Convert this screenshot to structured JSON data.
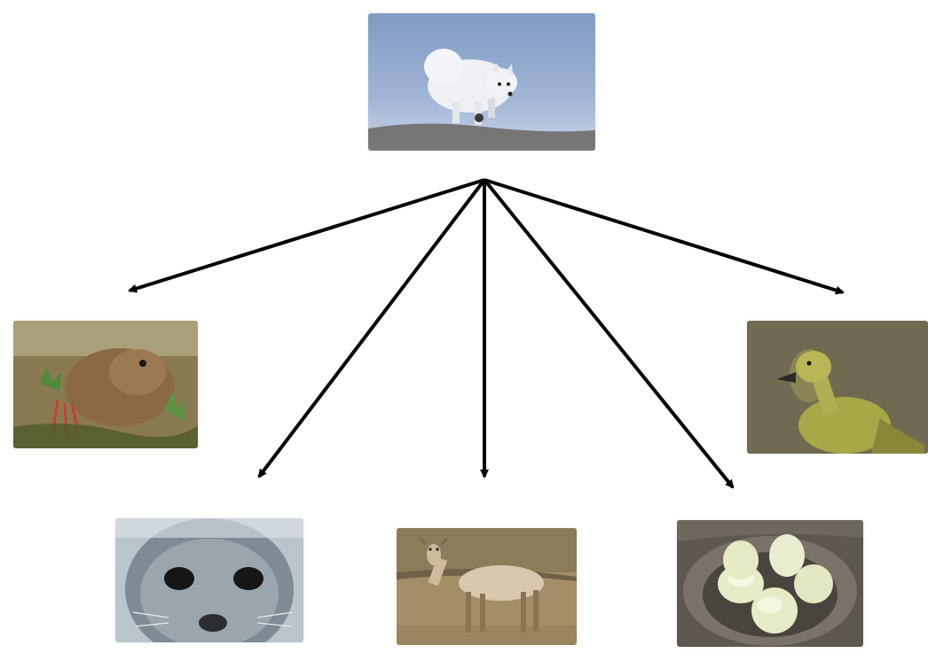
{
  "diagram": {
    "type": "food-web",
    "center": {
      "name": "arctic-fox",
      "icon": "arctic-fox-photo"
    },
    "prey": [
      {
        "name": "lemming",
        "icon": "lemming-photo"
      },
      {
        "name": "seal-pup",
        "icon": "seal-pup-photo"
      },
      {
        "name": "caribou",
        "icon": "caribou-photo"
      },
      {
        "name": "bird-eggs",
        "icon": "eggs-in-nest-photo"
      },
      {
        "name": "gosling",
        "icon": "gosling-photo"
      }
    ],
    "arrow_color": "#000000"
  }
}
